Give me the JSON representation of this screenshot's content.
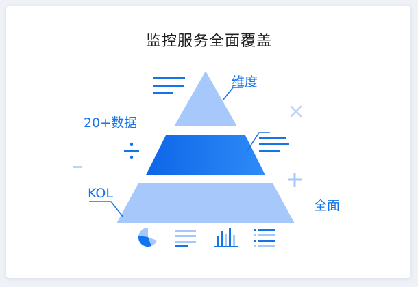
{
  "title": "监控服务全面覆盖",
  "pyramid": {
    "top_label": "维度",
    "middle_label": "20+数据",
    "bottom_label": "KOL",
    "right_label": "全面"
  },
  "colors": {
    "light_blue": "#a6c8fb",
    "deep_blue": "#1275f0",
    "text_blue": "#1574e8",
    "symbol_blue": "#bdd3f7"
  },
  "icons": [
    "pie-chart-icon",
    "text-lines-icon",
    "bar-chart-icon",
    "bullet-list-icon"
  ]
}
